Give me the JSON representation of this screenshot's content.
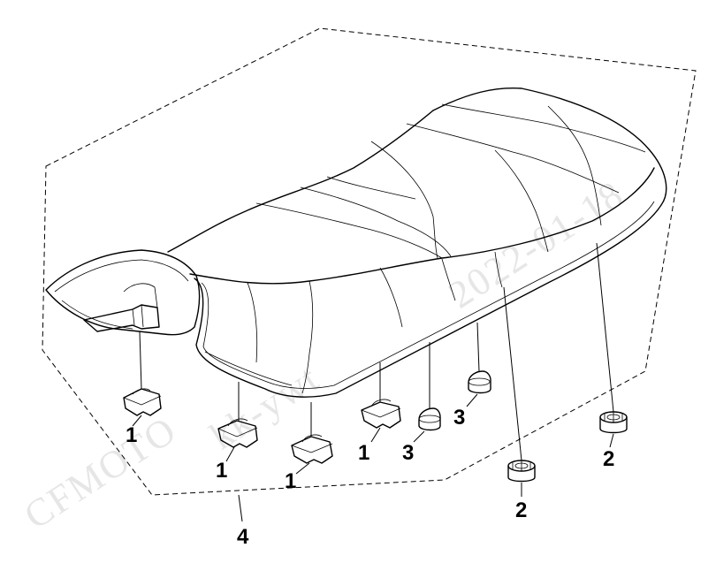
{
  "watermark": {
    "brand": "CFMOTO",
    "code": "kk-ywt",
    "date": "2022-01-18"
  },
  "callouts": {
    "clip_1a": "1",
    "clip_1b": "1",
    "clip_1c": "1",
    "clip_1d": "1",
    "nut_2a": "2",
    "nut_2b": "2",
    "bumper_3a": "3",
    "bumper_3b": "3",
    "assembly_4": "4"
  }
}
